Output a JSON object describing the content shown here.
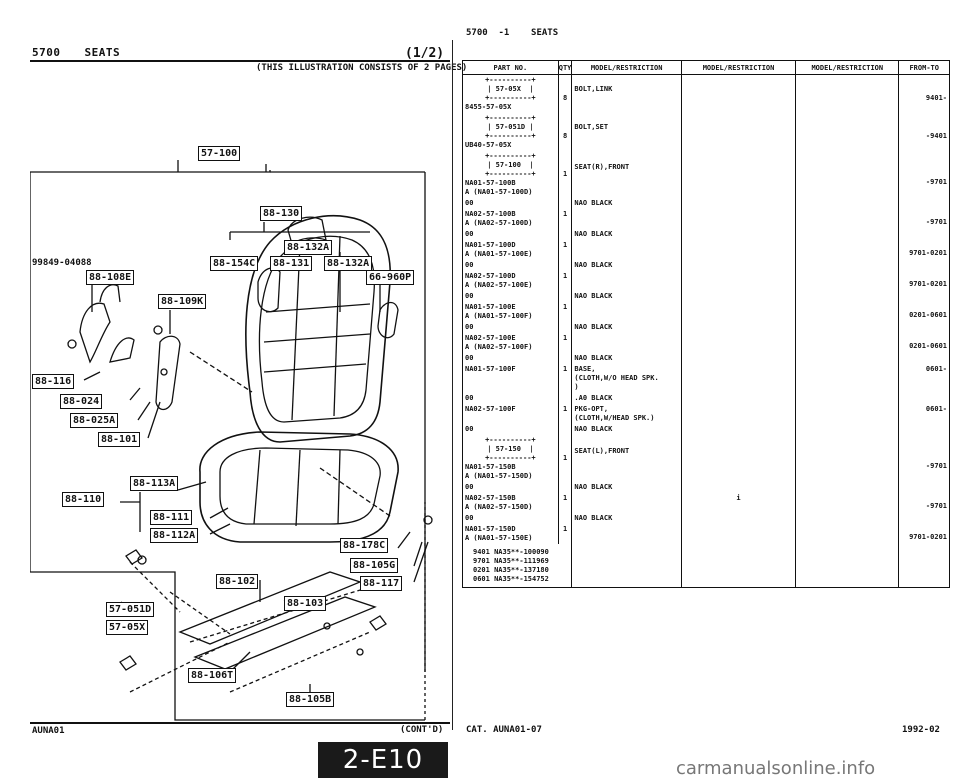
{
  "header": {
    "left_code": "5700",
    "left_title": "SEATS",
    "fraction": "(1/2)",
    "note": "(THIS ILLUSTRATION CONSISTS OF 2 PAGES)",
    "right": "5700  -1    SEATS"
  },
  "table": {
    "columns": [
      "PART NO.",
      "QTY",
      "MODEL/RESTRICTION",
      "MODEL/RESTRICTION",
      "MODEL/RESTRICTION",
      "FROM-TO"
    ],
    "rows": [
      {
        "box": "+----------+\n| 57-05X  |\n+----------+",
        "pn": "8455-57-05X",
        "qty": "8",
        "desc": "BOLT,LINK",
        "ft": "9401-"
      },
      {
        "box": "+----------+\n| 57-051D |\n+----------+",
        "pn": "UB40-57-05X",
        "qty": "8",
        "desc": "BOLT,SET",
        "ft": "-9401"
      },
      {
        "box": "+----------+\n| 57-100  |\n+----------+",
        "pn": "NA01-57-100B",
        "qty": "1",
        "sub": "A (NA01-57-100D)",
        "desc": "SEAT(R),FRONT",
        "ft": "-9701"
      },
      {
        "pn": "00",
        "qty": "",
        "desc": "NAO BLACK",
        "ft": ""
      },
      {
        "pn": "NA02-57-100B",
        "qty": "1",
        "sub": "A (NA02-57-100D)",
        "desc": "",
        "ft": "-9701"
      },
      {
        "pn": "00",
        "qty": "",
        "desc": "NAO BLACK",
        "ft": ""
      },
      {
        "pn": "NA01-57-100D",
        "qty": "1",
        "sub": "A (NA01-57-100E)",
        "desc": "",
        "ft": "9701-0201"
      },
      {
        "pn": "00",
        "qty": "",
        "desc": "NAO BLACK",
        "ft": ""
      },
      {
        "pn": "NA02-57-100D",
        "qty": "1",
        "sub": "A (NA02-57-100E)",
        "desc": "",
        "ft": "9701-0201"
      },
      {
        "pn": "00",
        "qty": "",
        "desc": "NAO BLACK",
        "ft": ""
      },
      {
        "pn": "NA01-57-100E",
        "qty": "1",
        "sub": "A (NA01-57-100F)",
        "desc": "",
        "ft": "0201-0601"
      },
      {
        "pn": "00",
        "qty": "",
        "desc": "NAO BLACK",
        "ft": ""
      },
      {
        "pn": "NA02-57-100E",
        "qty": "1",
        "sub": "A (NA02-57-100F)",
        "desc": "",
        "ft": "0201-0601"
      },
      {
        "pn": "00",
        "qty": "",
        "desc": "NAO BLACK",
        "ft": ""
      },
      {
        "pn": "NA01-57-100F",
        "qty": "1",
        "desc": "BASE,\n(CLOTH,W/O HEAD SPK.\n)",
        "ft": "0601-"
      },
      {
        "pn": "00",
        "qty": "",
        "desc": ".A0 BLACK",
        "ft": ""
      },
      {
        "pn": "NA02-57-100F",
        "qty": "1",
        "desc": "PKG-OPT,\n(CLOTH,W/HEAD SPK.)",
        "ft": "0601-"
      },
      {
        "pn": "00",
        "qty": "",
        "desc": "NAO BLACK",
        "ft": ""
      },
      {
        "box": "+----------+\n| 57-150  |\n+----------+",
        "pn": "NA01-57-150B",
        "qty": "1",
        "sub": "A (NA01-57-150D)",
        "desc": "SEAT(L),FRONT",
        "ft": "-9701"
      },
      {
        "pn": "00",
        "qty": "",
        "desc": "NAO BLACK",
        "ft": ""
      },
      {
        "pn": "NA02-57-150B",
        "qty": "1",
        "sub": "A (NA02-57-150D)",
        "desc": "",
        "m2": "i",
        "ft": "-9701"
      },
      {
        "pn": "00",
        "qty": "",
        "desc": "NAO BLACK",
        "ft": ""
      },
      {
        "pn": "NA01-57-150D",
        "qty": "1",
        "sub": "A (NA01-57-150E)",
        "desc": "",
        "ft": "9701-0201"
      }
    ],
    "serials": "9401 NA35**-100090\n9701 NA35**-111969\n0201 NA35**-137180\n0601 NA35**-154752"
  },
  "diagram": {
    "callouts": [
      "57-100",
      "88-130",
      "88-132A",
      "88-154C",
      "88-131",
      "88-132A",
      "66-960P",
      "88-108E",
      "88-109K",
      "88-116",
      "88-024",
      "88-025A",
      "88-101",
      "88-113A",
      "88-110",
      "88-111",
      "88-112A",
      "88-178C",
      "88-105G",
      "88-117",
      "88-102",
      "88-103",
      "57-051D",
      "57-05X",
      "88-106T",
      "88-105B"
    ],
    "part_label": "99849-04088"
  },
  "footer": {
    "left": "AUNA01",
    "mid": "(CONT'D)",
    "catalog": "CAT. AUNA01-07",
    "date": "1992-02",
    "page_code": "2-E10",
    "watermark": "carmanualsonline.info"
  }
}
